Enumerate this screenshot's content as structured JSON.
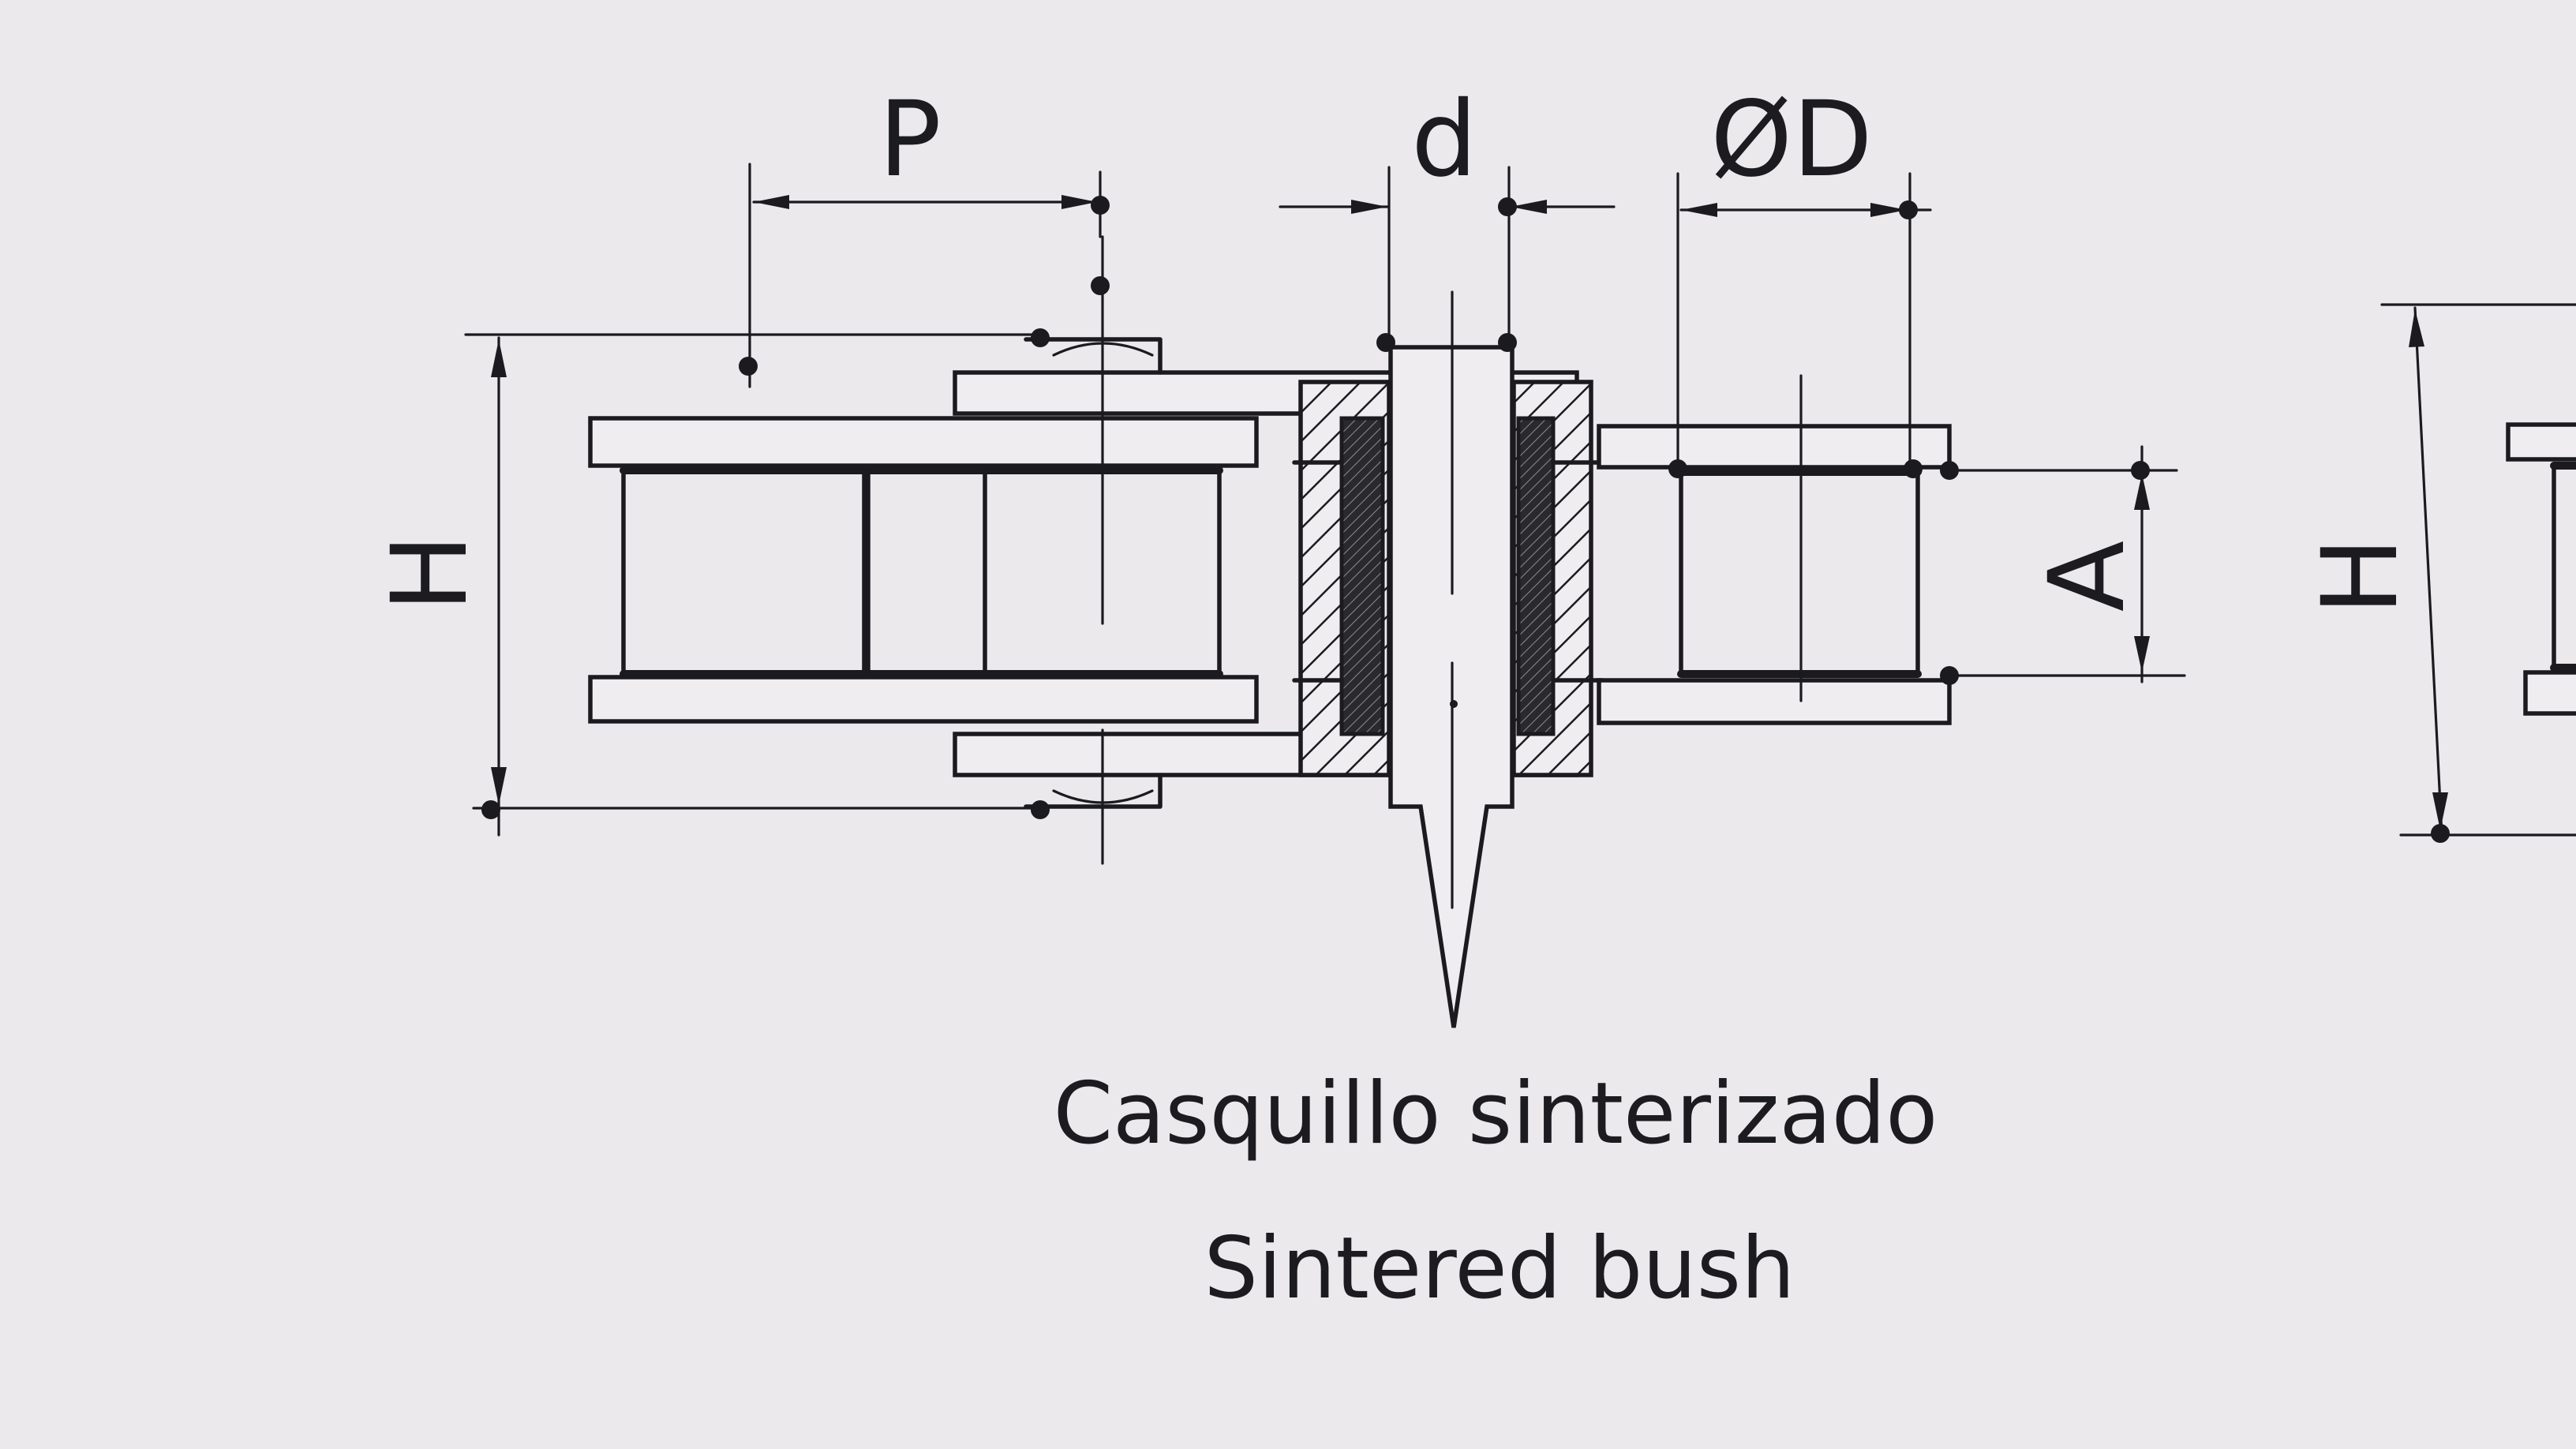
{
  "diagram": {
    "dimension_labels": {
      "pitch": "P",
      "pin_diameter": "d",
      "roller_diameter": "ØD",
      "height": "H",
      "inner_width": "A",
      "height_right": "H"
    },
    "caption": {
      "spanish": "Casquillo sinterizado",
      "english": "Sintered bush"
    }
  }
}
